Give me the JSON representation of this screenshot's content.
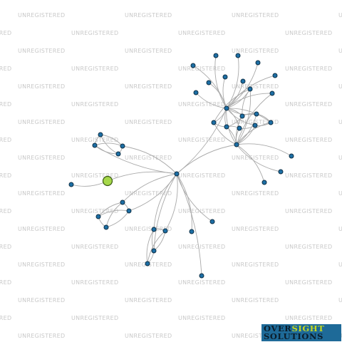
{
  "watermark": {
    "text": "UNREGISTERED"
  },
  "logo": {
    "word1": "OVER",
    "word2": "SIGHT",
    "word3": "SOLUTIONS"
  },
  "colors": {
    "node": "#1d6fa5",
    "focus_node": "#a6d84a",
    "edge": "#a9a9a9",
    "logo_bg": "#1e6a98",
    "logo_accent": "#c6d820"
  },
  "graph": {
    "nodes": [
      {
        "id": "hub"
      },
      {
        "id": "focus",
        "focus": true
      },
      {
        "id": "l1"
      },
      {
        "id": "c1"
      },
      {
        "id": "c2"
      },
      {
        "id": "c3"
      },
      {
        "id": "c4"
      },
      {
        "id": "d1"
      },
      {
        "id": "d2"
      },
      {
        "id": "d3"
      },
      {
        "id": "d4"
      },
      {
        "id": "e1"
      },
      {
        "id": "e2"
      },
      {
        "id": "e3"
      },
      {
        "id": "e4"
      },
      {
        "id": "p1"
      },
      {
        "id": "p2"
      },
      {
        "id": "p3"
      },
      {
        "id": "h1"
      },
      {
        "id": "h2"
      },
      {
        "id": "a1"
      },
      {
        "id": "a2"
      },
      {
        "id": "a3"
      },
      {
        "id": "a4"
      },
      {
        "id": "a5"
      },
      {
        "id": "a6"
      },
      {
        "id": "a7"
      },
      {
        "id": "a8"
      },
      {
        "id": "a9"
      },
      {
        "id": "m1"
      },
      {
        "id": "m2"
      },
      {
        "id": "m3"
      },
      {
        "id": "m4"
      },
      {
        "id": "m5"
      },
      {
        "id": "m6"
      },
      {
        "id": "m7"
      },
      {
        "id": "m8"
      },
      {
        "id": "m9"
      },
      {
        "id": "r1"
      },
      {
        "id": "r2"
      },
      {
        "id": "r3"
      }
    ],
    "edges": [
      [
        "hub",
        "focus"
      ],
      [
        "focus",
        "l1"
      ],
      [
        "hub",
        "c3"
      ],
      [
        "hub",
        "c2"
      ],
      [
        "c1",
        "c2"
      ],
      [
        "c1",
        "c3"
      ],
      [
        "c1",
        "c4"
      ],
      [
        "c2",
        "c3"
      ],
      [
        "c2",
        "c4"
      ],
      [
        "c3",
        "c4"
      ],
      [
        "hub",
        "d1"
      ],
      [
        "hub",
        "d3"
      ],
      [
        "d1",
        "d2"
      ],
      [
        "d1",
        "d3"
      ],
      [
        "d1",
        "d4"
      ],
      [
        "d2",
        "d3"
      ],
      [
        "d2",
        "d4"
      ],
      [
        "d3",
        "d4"
      ],
      [
        "hub",
        "e1"
      ],
      [
        "hub",
        "e2"
      ],
      [
        "hub",
        "e3"
      ],
      [
        "e1",
        "e2"
      ],
      [
        "e1",
        "e3"
      ],
      [
        "e2",
        "e3"
      ],
      [
        "e2",
        "e4"
      ],
      [
        "e3",
        "e4"
      ],
      [
        "e1",
        "e4"
      ],
      [
        "hub",
        "p1"
      ],
      [
        "hub",
        "p2"
      ],
      [
        "hub",
        "p3"
      ],
      [
        "hub",
        "h1"
      ],
      [
        "hub",
        "h2"
      ],
      [
        "h1",
        "a1"
      ],
      [
        "h1",
        "a2"
      ],
      [
        "h1",
        "a3"
      ],
      [
        "h1",
        "a4"
      ],
      [
        "h1",
        "a5"
      ],
      [
        "h1",
        "a6"
      ],
      [
        "h1",
        "a7"
      ],
      [
        "h1",
        "a8"
      ],
      [
        "h1",
        "a9"
      ],
      [
        "h1",
        "m1"
      ],
      [
        "h1",
        "m2"
      ],
      [
        "h1",
        "m3"
      ],
      [
        "h1",
        "m4"
      ],
      [
        "h1",
        "m5"
      ],
      [
        "h1",
        "m6"
      ],
      [
        "h1",
        "m7"
      ],
      [
        "h1",
        "m8"
      ],
      [
        "h1",
        "m9"
      ],
      [
        "h1",
        "h2"
      ],
      [
        "h2",
        "m1"
      ],
      [
        "h2",
        "m2"
      ],
      [
        "h2",
        "m3"
      ],
      [
        "h2",
        "m4"
      ],
      [
        "h2",
        "m5"
      ],
      [
        "h2",
        "m6"
      ],
      [
        "h2",
        "m7"
      ],
      [
        "h2",
        "m8"
      ],
      [
        "h2",
        "m9"
      ],
      [
        "m2",
        "m3"
      ],
      [
        "m3",
        "m4"
      ],
      [
        "m5",
        "m6"
      ],
      [
        "m6",
        "m7"
      ],
      [
        "m8",
        "m9"
      ],
      [
        "m4",
        "m9"
      ],
      [
        "m2",
        "m5"
      ],
      [
        "m3",
        "m6"
      ],
      [
        "m7",
        "m8"
      ],
      [
        "h2",
        "r1"
      ],
      [
        "h2",
        "r2"
      ],
      [
        "h2",
        "r3"
      ]
    ]
  }
}
